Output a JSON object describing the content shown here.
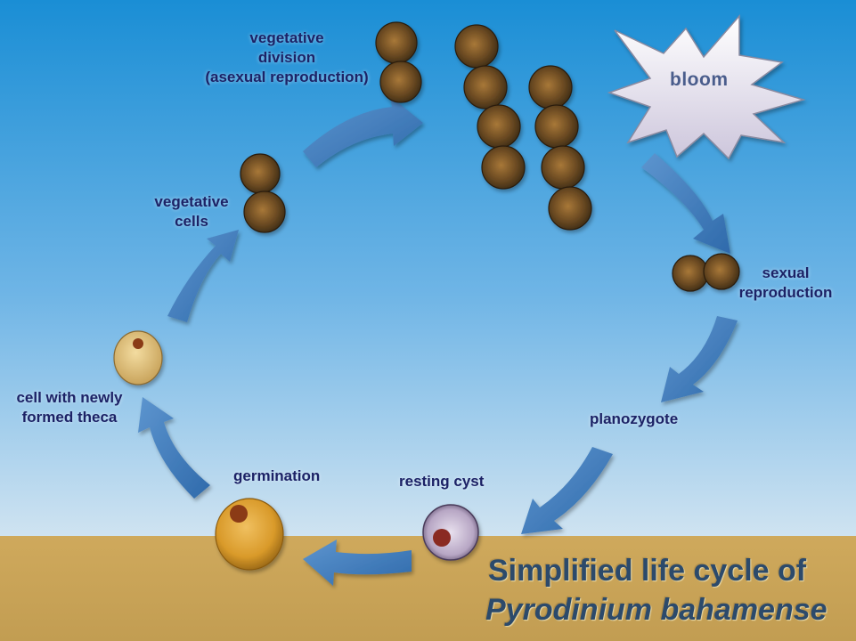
{
  "labels": {
    "vegetative_division": [
      "vegetative",
      "division",
      "(asexual reproduction)"
    ],
    "vegetative_cells": [
      "vegetative",
      "cells"
    ],
    "bloom": "bloom",
    "sexual_reproduction": [
      "sexual",
      "reproduction"
    ],
    "planozygote": "planozygote",
    "resting_cyst": "resting cyst",
    "germination": "germination",
    "cell_newly_formed_theca": [
      "cell with newly",
      "formed theca"
    ]
  },
  "title": {
    "line1": "Simplified life cycle of",
    "line2": "Pyrodinium bahamense"
  },
  "colors": {
    "sky_top": "#1b8fd6",
    "sky_bottom": "#c8dff0",
    "sediment": "#c9a55a",
    "arrow": "#3a78b8",
    "label": "#1c2266",
    "title": "#2c4a6b"
  }
}
